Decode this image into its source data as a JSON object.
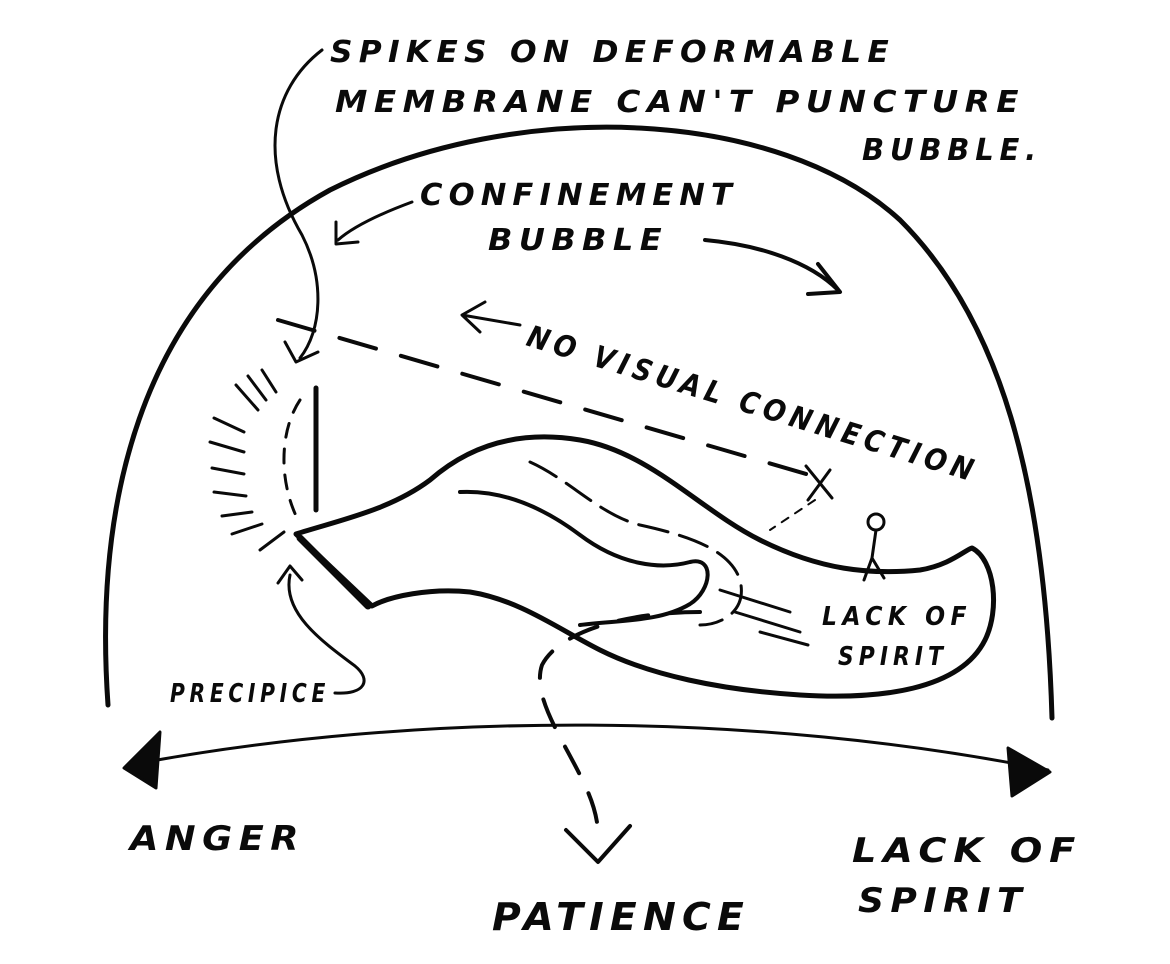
{
  "annotations": {
    "spikes_line1": "SPIKES ON DEFORMABLE",
    "spikes_line2": "MEMBRANE CAN'T PUNCTURE",
    "spikes_line3": "BUBBLE.",
    "bubble_line1": "CONFINEMENT",
    "bubble_line2": "BUBBLE",
    "no_visual": "NO VISUAL CONNECTION",
    "lack_spirit_inner_line1": "LACK OF",
    "lack_spirit_inner_line2": "SPIRIT",
    "precipice": "PRECIPICE"
  },
  "axis": {
    "left": "ANGER",
    "middle": "PATIENCE",
    "right_line1": "LACK OF",
    "right_line2": "SPIRIT"
  }
}
